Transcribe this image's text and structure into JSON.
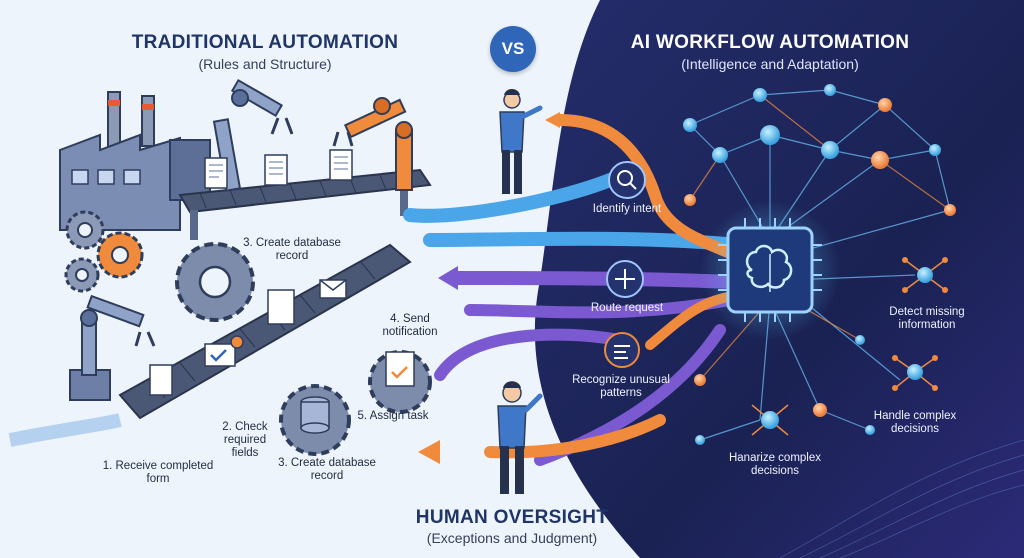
{
  "header": {
    "left_title": "TRADITIONAL AUTOMATION",
    "left_subtitle": "(Rules and Structure)",
    "vs": "VS",
    "right_title": "AI WORKFLOW AUTOMATION",
    "right_subtitle": "(Intelligence and Adaptation)"
  },
  "traditional_steps": {
    "step1": "1. Receive completed form",
    "step2": "2. Check required fields",
    "step3_top": "3. Create database record",
    "step3_bottom": "3. Create database record",
    "step4": "4. Send notification",
    "step5": "5. Assign task"
  },
  "ai_steps": {
    "identify": "Identify intent",
    "route": "Route request",
    "recognize": "Recognize unusual patterns",
    "detect": "Detect missing information",
    "handle": "Handle complex decisions",
    "hanarize": "Hanarize complex decisions"
  },
  "footer": {
    "title": "HUMAN OVERSIGHT",
    "subtitle": "(Exceptions and Judgment)"
  },
  "colors": {
    "dark_bg": "#1b2457",
    "accent_orange": "#f08a3c",
    "accent_blue": "#4aa6e8",
    "accent_purple": "#7b5ad1",
    "node_cyan": "#5ec8f2"
  }
}
